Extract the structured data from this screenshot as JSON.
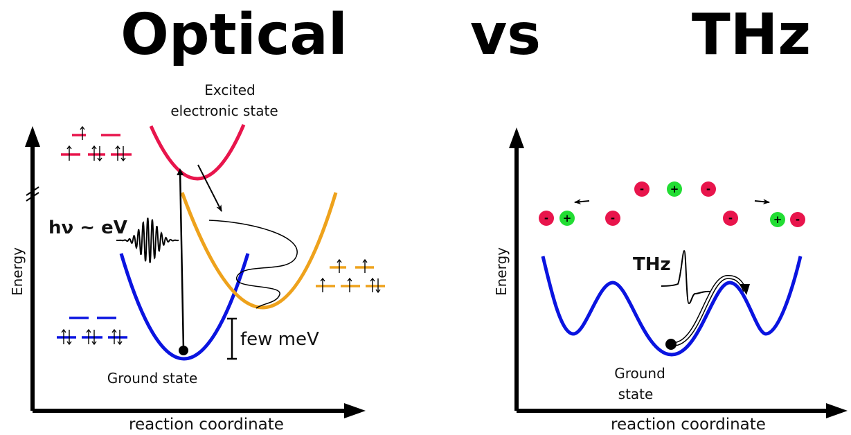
{
  "title": {
    "left": "Optical",
    "middle": "vs",
    "right": "THz"
  },
  "optical": {
    "y_axis_label": "Energy",
    "x_axis_label": "reaction coordinate",
    "excited_label_line1": "Excited",
    "excited_label_line2": "electronic state",
    "ground_label": "Ground state",
    "photon_label": "hν ~ eV",
    "spacing_label": "few meV"
  },
  "thz": {
    "y_axis_label": "Energy",
    "x_axis_label": "reaction coordinate",
    "pulse_label": "THz",
    "ground_label_line1": "Ground",
    "ground_label_line2": "state",
    "ion_minus": "-",
    "ion_plus": "+"
  },
  "colors": {
    "ground_curve": "#0a14e0",
    "excited_curve": "#e8154c",
    "intermediate_curve": "#eea21c",
    "negative_ion": "#e8154c",
    "positive_ion": "#22dd33",
    "axis": "#000000"
  }
}
